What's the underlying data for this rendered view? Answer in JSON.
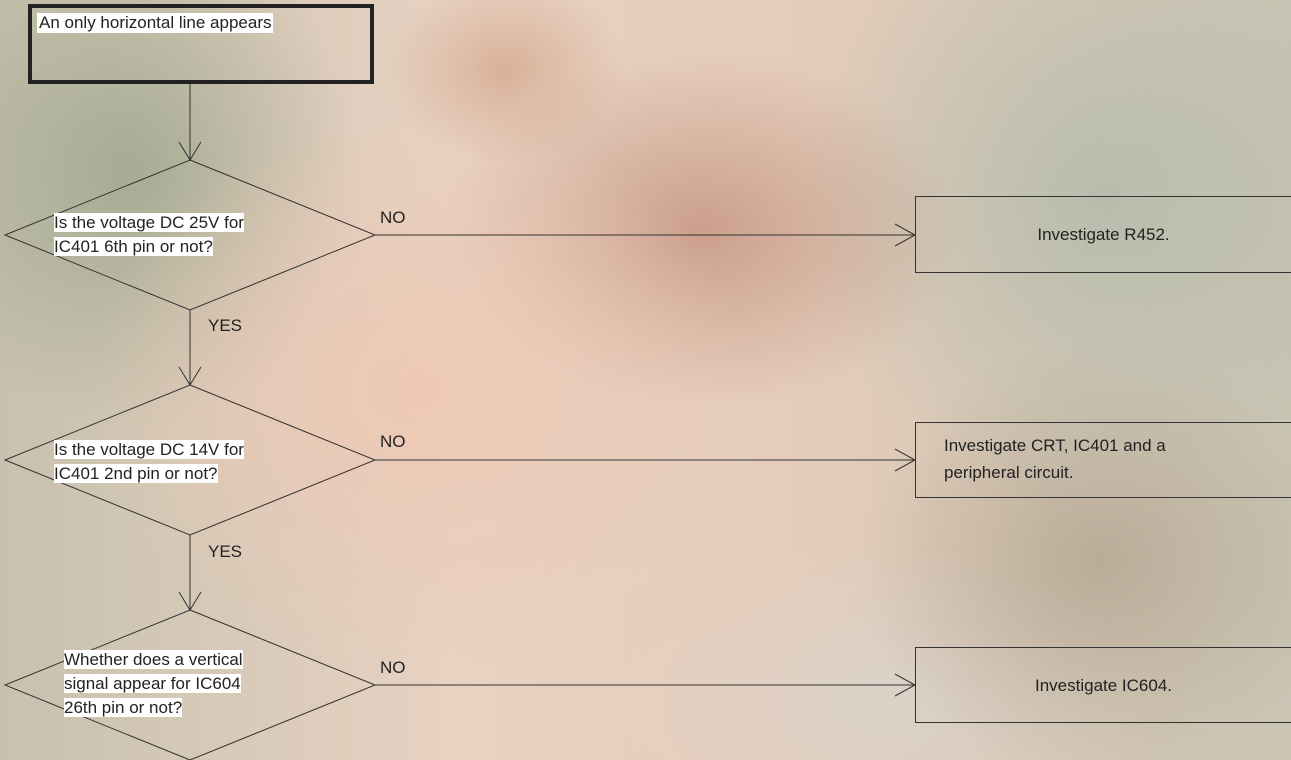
{
  "flowchart": {
    "start": "An only horizontal line appears",
    "q1": {
      "line1": "Is the voltage DC 25V for",
      "line2": "IC401 6th pin or not?"
    },
    "q2": {
      "line1": "Is the voltage DC 14V for",
      "line2": "IC401 2nd pin or not?"
    },
    "q3": {
      "line1": "Whether does a vertical",
      "line2": "signal appear for IC604",
      "line3": "26th pin or not?"
    },
    "no_label": "NO",
    "yes_label": "YES",
    "r1": "Investigate R452.",
    "r2": {
      "line1": "Investigate CRT, IC401 and a",
      "line2": "peripheral circuit."
    },
    "r3": "Investigate IC604."
  }
}
